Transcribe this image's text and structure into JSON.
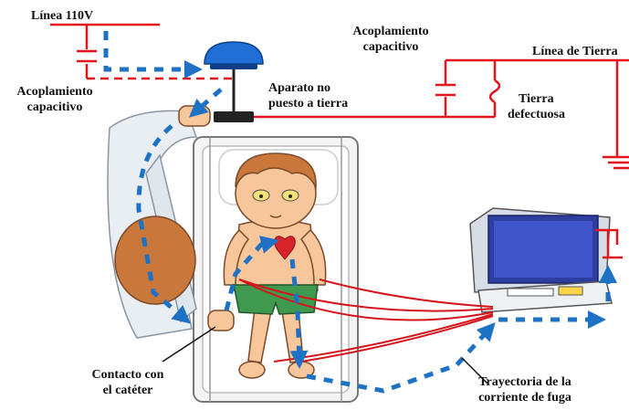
{
  "labels": {
    "line_110v": "Línea 110V",
    "cap_left_1": "Acoplamiento",
    "cap_left_2": "capacitivo",
    "device_1": "Aparato no",
    "device_2": "puesto a tierra",
    "cap_right_1": "Acoplamiento",
    "cap_right_2": "capacitivo",
    "ground_line": "Línea de Tierra",
    "faulty_1": "Tierra",
    "faulty_2": "defectuosa",
    "catheter_1": "Contacto con",
    "catheter_2": "el catéter",
    "leakage_1": "Trayectoria de la",
    "leakage_2": "corriente de fuga"
  },
  "colors": {
    "wire": "#e3141b",
    "arrow": "#1e72c6",
    "lamp": "#1f6fd6",
    "monitor": "#2d3ea0",
    "skin": "#f7c79b",
    "hair": "#c9773a",
    "shorts": "#3f9a4f",
    "heart": "#d9232a",
    "gown": "#e9eef3"
  },
  "icons": [
    "bulb-icon",
    "capacitor-icon",
    "ground-icon",
    "heart-icon",
    "monitor-icon",
    "leakage-arrow-icon"
  ]
}
